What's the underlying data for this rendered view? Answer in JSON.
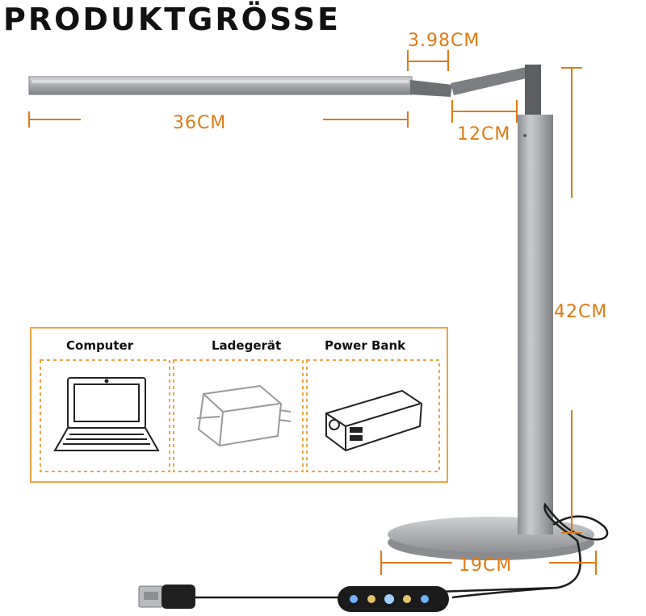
{
  "title": "PRODUKTGRÖSSE",
  "dimensions": {
    "head_joint": "3.98CM",
    "arm": "36CM",
    "elbow": "12CM",
    "height": "42CM",
    "base": "19CM"
  },
  "power_sources": [
    {
      "label": "Computer",
      "icon": "laptop-icon"
    },
    {
      "label": "Ladegerät",
      "icon": "wall-charger-icon"
    },
    {
      "label": "Power Bank",
      "icon": "power-bank-icon"
    }
  ],
  "colors": {
    "dimension": "#e07a14",
    "box_border": "#eda543",
    "lamp_silver": "#a9abae",
    "lamp_dark": "#6d6f72",
    "cable": "#1c1c1c"
  }
}
